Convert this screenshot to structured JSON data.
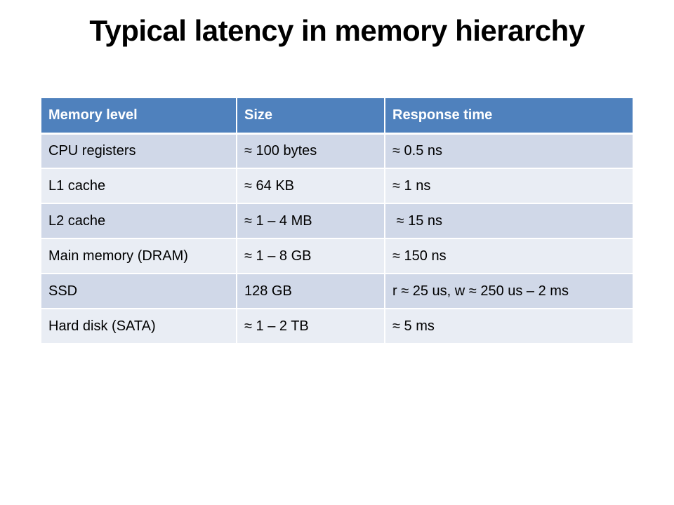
{
  "slide": {
    "title": "Typical latency in memory hierarchy"
  },
  "table": {
    "headers": [
      "Memory level",
      "Size",
      "Response time"
    ],
    "rows": [
      [
        "CPU registers",
        "≈ 100 bytes",
        "≈ 0.5 ns"
      ],
      [
        "L1 cache",
        "≈ 64 KB",
        "≈ 1 ns"
      ],
      [
        "L2 cache",
        "≈ 1 – 4 MB",
        " ≈ 15 ns"
      ],
      [
        "Main memory (DRAM)",
        "≈ 1 – 8 GB",
        "≈ 150 ns"
      ],
      [
        "SSD",
        "128 GB",
        "r ≈ 25 us, w ≈ 250 us – 2 ms"
      ],
      [
        "Hard disk (SATA)",
        "≈ 1 – 2 TB",
        "≈ 5 ms"
      ]
    ]
  },
  "colors": {
    "header_bg": "#4f81bd",
    "row_odd_bg": "#d0d8e8",
    "row_even_bg": "#e9edf4"
  }
}
